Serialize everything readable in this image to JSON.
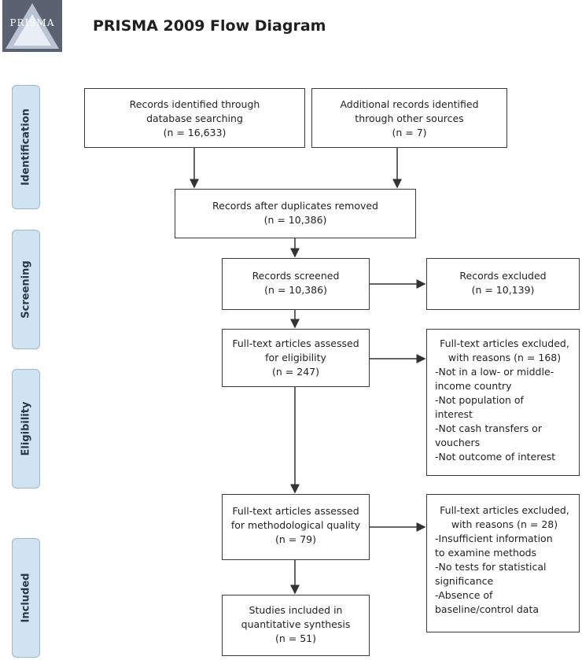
{
  "header": {
    "logo_text": "PRISMA",
    "title": "PRISMA 2009 Flow Diagram"
  },
  "stages": {
    "identification": "Identification",
    "screening": "Screening",
    "eligibility": "Eligibility",
    "included": "Included"
  },
  "boxes": {
    "database": [
      "Records identified through",
      "database searching",
      "(n = 16,633)"
    ],
    "other_sources": [
      "Additional records identified",
      "through other sources",
      "(n = 7)"
    ],
    "duplicates": [
      "Records after duplicates removed",
      "(n = 10,386)"
    ],
    "screened": [
      "Records screened",
      "(n = 10,386)"
    ],
    "excluded": [
      "Records excluded",
      "(n = 10,139)"
    ],
    "fulltext": [
      "Full-text articles assessed",
      "for eligibility",
      "(n = 247)"
    ],
    "fulltext_excluded": [
      "Full-text articles excluded,",
      "with reasons (n = 168)",
      "-Not in a low- or middle-",
      "income country",
      "-Not population of",
      "interest",
      "-Not cash transfers or",
      "vouchers",
      "-Not outcome of interest"
    ],
    "methodological": [
      "Full-text articles assessed",
      "for methodological quality",
      "(n = 79)"
    ],
    "methodological_excluded": [
      "Full-text articles excluded,",
      "with reasons (n = 28)",
      "-Insufficient information",
      "to examine methods",
      "-No tests for statistical",
      "significance",
      "-Absence of",
      "baseline/control data"
    ],
    "included": [
      "Studies included in",
      "quantitative synthesis",
      "(n = 51)"
    ]
  }
}
